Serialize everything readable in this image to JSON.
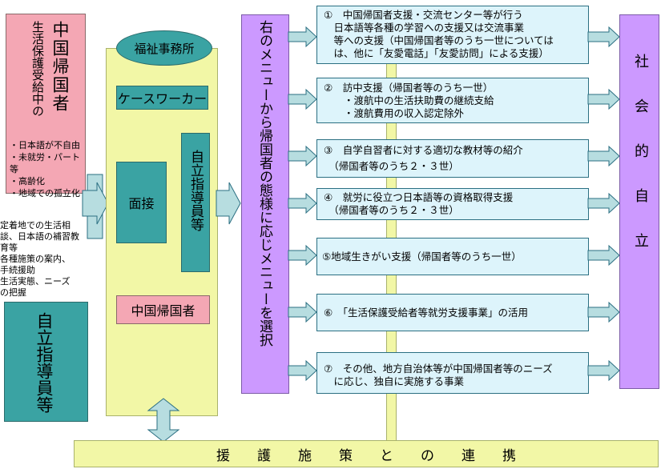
{
  "left_panel": {
    "title": "中国帰国者",
    "subtitle": "生活保護受給中の",
    "conditions": [
      "・日本語が不自由",
      "・未就労・パート等",
      "・高齢化",
      "・地域での孤立化"
    ]
  },
  "support_notes": [
    "定着地での生活相",
    "談、日本語の補習教",
    "育等",
    "各種施策の案内、",
    "手続援助",
    "生活実態、ニーズ",
    "の把握"
  ],
  "left_teal_box": "自立指導員等",
  "office": {
    "title": "福祉事務所",
    "caseworker": "ケースワーカー",
    "interview": "面接",
    "guidance": "自立指導員等",
    "returnee": "中国帰国者"
  },
  "selection_bar": "右のメニューから帰国者の態様に応じメニューを選択",
  "menu_items": [
    {
      "lines": [
        "①　中国帰国者支援・交流センター等が行う",
        "　日本語等各種の学習への支援又は交流事業",
        "　等への支援（中国帰国者等のうち一世については",
        "　は、他に「友愛電話」「友愛訪問」による支援）"
      ]
    },
    {
      "lines": [
        "②　訪中支援（帰国者等のうち一世）",
        "　　・渡航中の生活扶助費の継続支給",
        "　　・渡航費用の収入認定除外"
      ]
    },
    {
      "lines": [
        "③　自学自習者に対する適切な教材等の紹介",
        "",
        "　（帰国者等のうち２・３世）"
      ]
    },
    {
      "lines": [
        "④　就労に役立つ日本語等の資格取得支援",
        "　（帰国者等のうち２・３世）"
      ]
    },
    {
      "lines": [
        "⑤地域生きがい支援（帰国者等のうち一世）"
      ]
    },
    {
      "lines": [
        "⑥　「生活保護受給者等就労支援事業」の活用"
      ]
    },
    {
      "lines": [
        "⑦　その他、地方自治体等が中国帰国者等のニーズ",
        "　に応じ、独自に実施する事業"
      ]
    }
  ],
  "goal": "社会的自立",
  "bottom_bar": "援　　護　　施　　策　　と　　の　　連　　携",
  "colors": {
    "pink": "#f4a7b4",
    "teal": "#3aa3a3",
    "yellow": "#f2f7a6",
    "lilac": "#cc99ff",
    "light_cyan": "#ddf4fb",
    "arrow_fill": "#b7dde0"
  }
}
